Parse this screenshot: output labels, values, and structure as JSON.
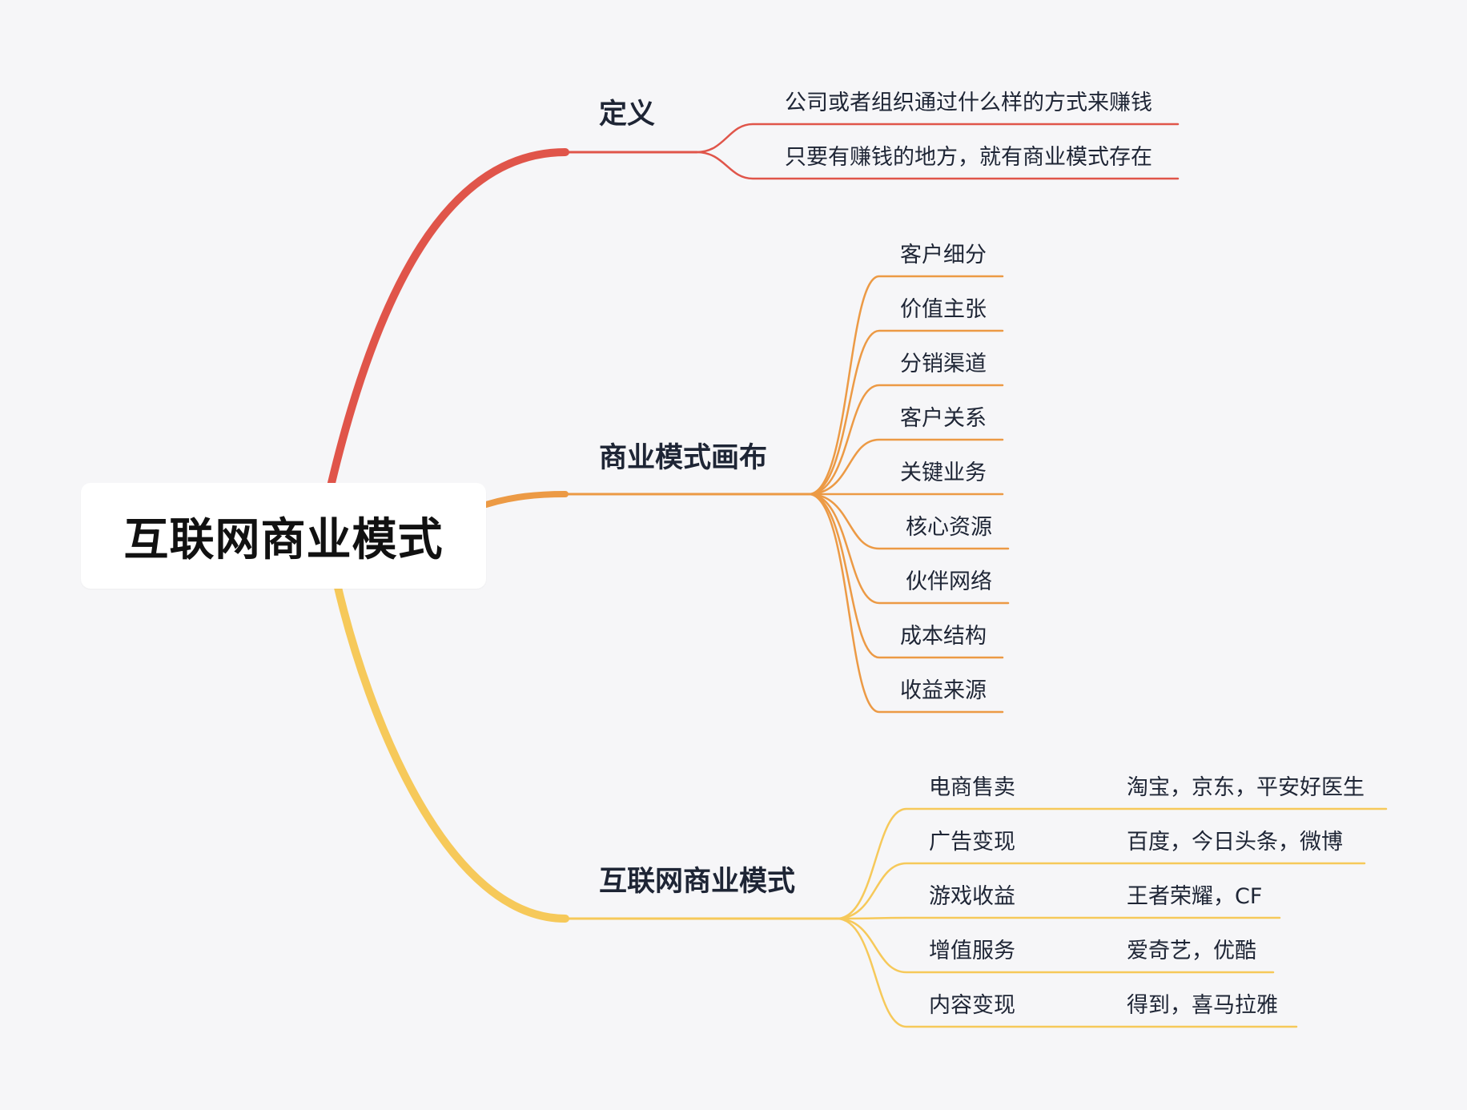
{
  "root": {
    "label": "互联网商业模式"
  },
  "branches": [
    {
      "label": "定义",
      "color": "#e0554a",
      "children": [
        {
          "label": "公司或者组织通过什么样的方式来赚钱"
        },
        {
          "label": "只要有赚钱的地方，就有商业模式存在"
        }
      ]
    },
    {
      "label": "商业模式画布",
      "color": "#ec9a45",
      "children": [
        {
          "label": "客户细分"
        },
        {
          "label": "价值主张"
        },
        {
          "label": "分销渠道"
        },
        {
          "label": "客户关系"
        },
        {
          "label": "关键业务"
        },
        {
          "label": "核心资源"
        },
        {
          "label": "伙伴网络"
        },
        {
          "label": "成本结构"
        },
        {
          "label": "收益来源"
        }
      ]
    },
    {
      "label": "互联网商业模式",
      "color": "#f6c95a",
      "children": [
        {
          "label": "电商售卖",
          "examples": "淘宝，京东，平安好医生"
        },
        {
          "label": "广告变现",
          "examples": "百度，今日头条，微博"
        },
        {
          "label": "游戏收益",
          "examples": "王者荣耀，CF"
        },
        {
          "label": "增值服务",
          "examples": "爱奇艺，优酷"
        },
        {
          "label": "内容变现",
          "examples": "得到，喜马拉雅"
        }
      ]
    }
  ]
}
